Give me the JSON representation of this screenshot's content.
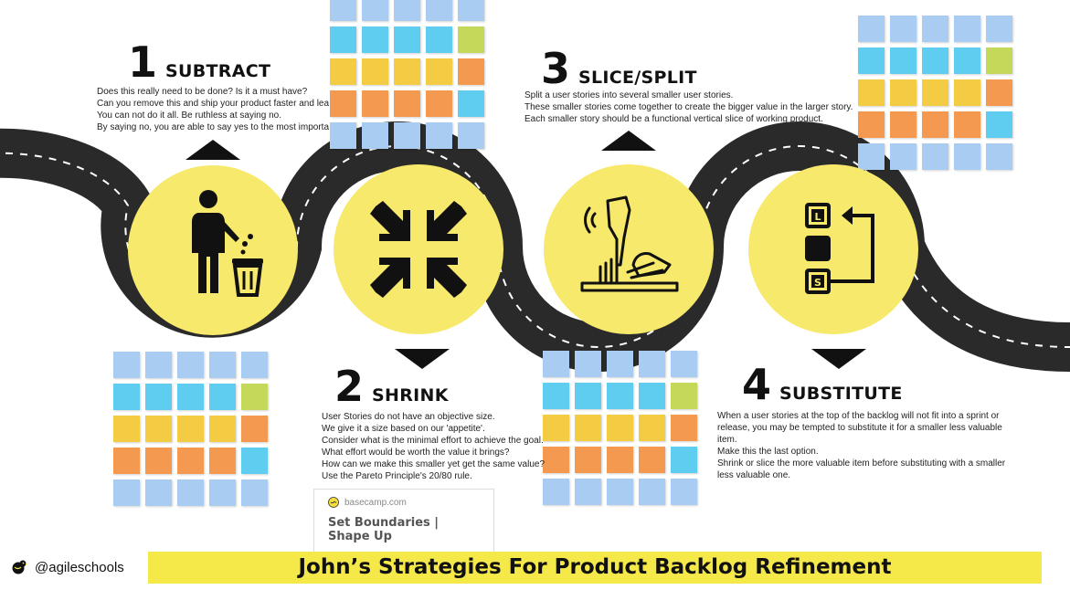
{
  "colors": {
    "yellow_circle": "#f7e96b",
    "footer_yellow": "#f5e94a",
    "road": "#2a2a2a",
    "note_blue": "#a9cdf2",
    "note_cyan": "#5fcdf0",
    "note_yellow": "#f3cc44",
    "note_orange": "#f39a50",
    "note_green": "#c5d85a"
  },
  "note_grids": [
    {
      "id": "grid-top-1",
      "rows": [
        [
          "blue",
          "blue",
          "blue",
          "blue",
          "blue"
        ],
        [
          "cyan",
          "cyan",
          "cyan",
          "cyan",
          "green"
        ],
        [
          "yellow",
          "yellow",
          "yellow",
          "yellow",
          "orange"
        ],
        [
          "orange",
          "orange",
          "orange",
          "orange",
          "cyan"
        ],
        [
          "blue",
          "blue",
          "blue",
          "blue",
          "blue"
        ]
      ]
    },
    {
      "id": "grid-top-2",
      "rows": [
        [
          "blue",
          "blue",
          "blue",
          "blue",
          "blue"
        ],
        [
          "cyan",
          "cyan",
          "cyan",
          "cyan",
          "green"
        ],
        [
          "yellow",
          "yellow",
          "yellow",
          "yellow",
          "orange"
        ],
        [
          "orange",
          "orange",
          "orange",
          "orange",
          "cyan"
        ],
        [
          "blue",
          "blue",
          "blue",
          "blue",
          "blue"
        ]
      ]
    },
    {
      "id": "grid-bottom-1",
      "rows": [
        [
          "blue",
          "blue",
          "blue",
          "blue",
          "blue"
        ],
        [
          "cyan",
          "cyan",
          "cyan",
          "cyan",
          "green"
        ],
        [
          "yellow",
          "yellow",
          "yellow",
          "yellow",
          "orange"
        ],
        [
          "orange",
          "orange",
          "orange",
          "orange",
          "cyan"
        ],
        [
          "blue",
          "blue",
          "blue",
          "blue",
          "blue"
        ]
      ]
    },
    {
      "id": "grid-bottom-2",
      "rows": [
        [
          "blue",
          "blue",
          "blue",
          "blue",
          "blue"
        ],
        [
          "cyan",
          "cyan",
          "cyan",
          "cyan",
          "green"
        ],
        [
          "yellow",
          "yellow",
          "yellow",
          "yellow",
          "orange"
        ],
        [
          "orange",
          "orange",
          "orange",
          "orange",
          "cyan"
        ],
        [
          "blue",
          "blue",
          "blue",
          "blue",
          "blue"
        ]
      ]
    }
  ],
  "steps": [
    {
      "number": "1",
      "title": "SUBTRACT",
      "icon": "trash-person-icon",
      "lines": [
        "Does this really need to be done? Is it a must have?",
        "Can you remove this and ship your product faster and lea",
        "You can not do it all. Be ruthless at saying no.",
        "By saying no, you are able to say yes to the most importan"
      ]
    },
    {
      "number": "2",
      "title": "SHRINK",
      "icon": "shrink-arrows-icon",
      "lines": [
        "User Stories do not have an objective size.",
        "We give it a size based on our 'appetite'.",
        "Consider what is the minimal effort to achieve the goal.",
        "What effort would be worth the value it brings?",
        "How can we make this smaller yet get the same value?",
        "Use the Pareto Principle's 20/80 rule."
      ]
    },
    {
      "number": "3",
      "title": "SLICE/SPLIT",
      "icon": "slicing-hand-icon",
      "lines": [
        "Split a user stories into several smaller user stories.",
        "These smaller stories come together to create the bigger value in the larger story.",
        "Each smaller story should be a functional vertical slice of working product."
      ]
    },
    {
      "number": "4",
      "title": "SUBSTITUTE",
      "icon": "substitute-blocks-icon",
      "lines": [
        "When a user stories at the top of the backlog will not fit into a sprint or",
        "release, you may be tempted to substitute it for a smaller less valuable",
        "item.",
        "Make this the last option.",
        "Shrink or slice the more valuable item before substituting with a smaller",
        "less valuable one."
      ]
    }
  ],
  "substitute_icon_letters": [
    "L",
    "S"
  ],
  "link_card": {
    "domain": "basecamp.com",
    "title": "Set Boundaries | Shape Up"
  },
  "footer": {
    "handle": "@agileschools",
    "title": "John’s Strategies For Product Backlog Refinement"
  }
}
